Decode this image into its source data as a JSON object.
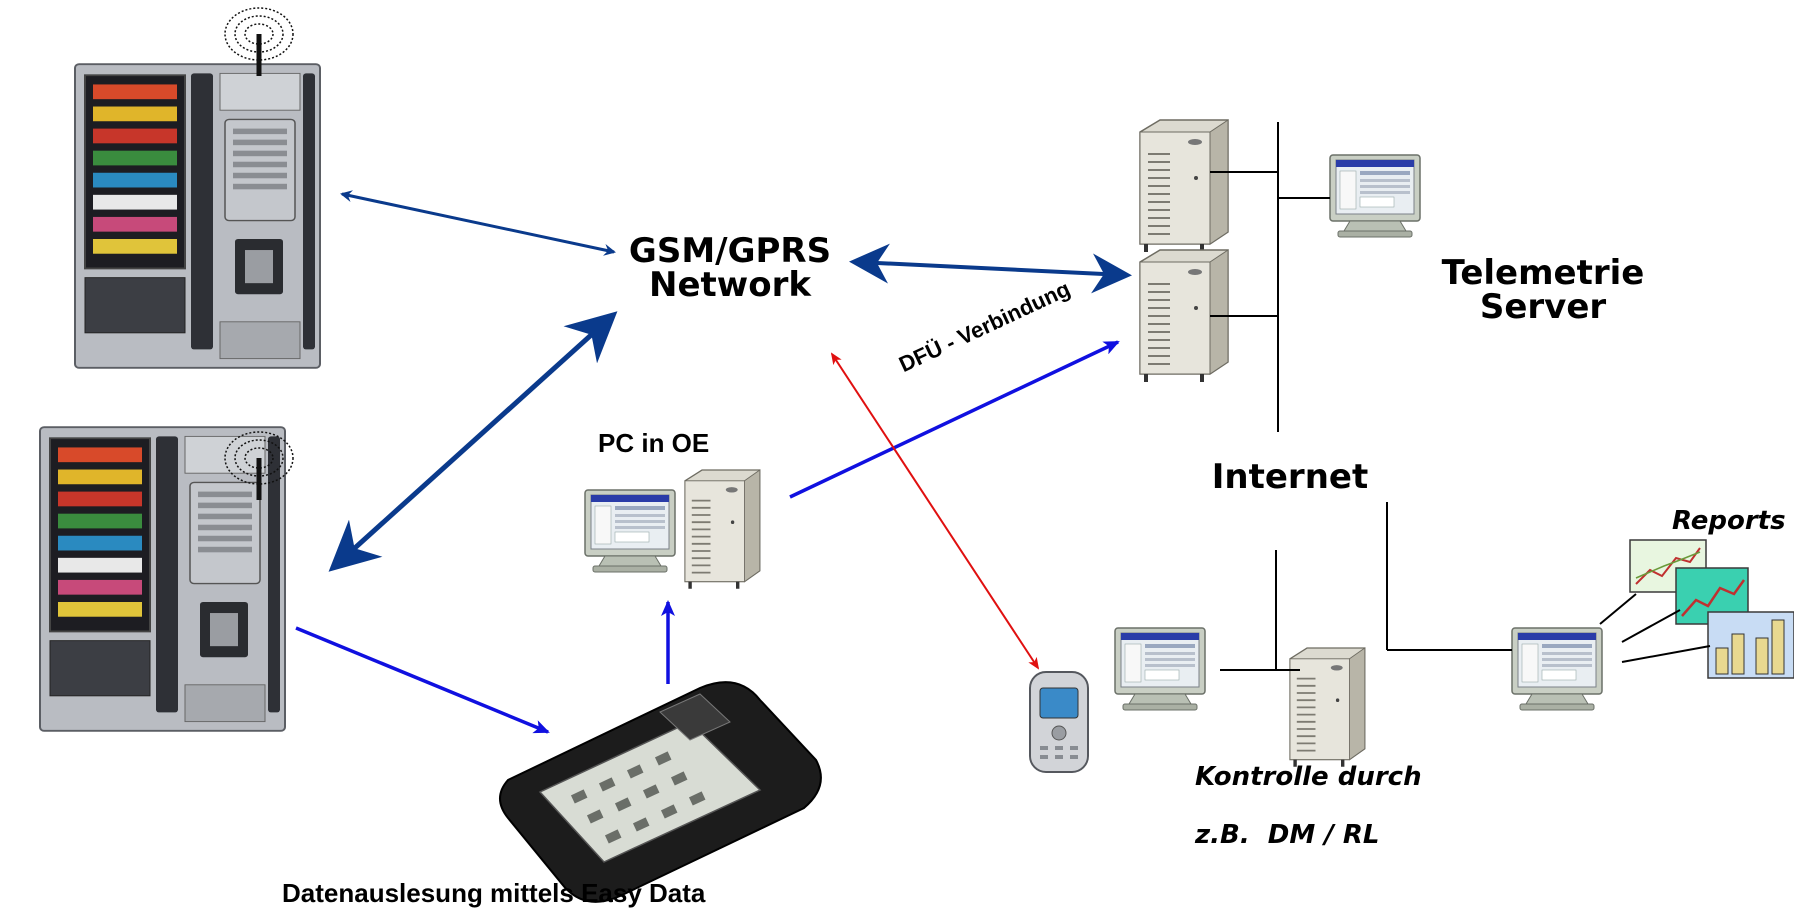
{
  "labels": {
    "gsm_line1": "GSM/GPRS",
    "gsm_line2": "Network",
    "telemetrie_line1": "Telemetrie",
    "telemetrie_line2": "Server",
    "internet": "Internet",
    "pc_in_oe": "PC in OE",
    "dfu": "DFÜ - Verbindung",
    "reports": "Reports",
    "kontrolle": "Kontrolle durch",
    "dm_rl": "z.B.  DM / RL",
    "easy_data": "Datenauslesung mittels Easy Data"
  },
  "colors": {
    "arrow_dark_blue": "#0a3a8c",
    "arrow_blue": "#1010e0",
    "arrow_red": "#e01010",
    "machine_body": "#b9bcc2",
    "server_body": "#dcdad0",
    "monitor_body": "#c9cfc4",
    "screen": "#e9eef2",
    "handheld": "#1c1c1c"
  },
  "icons": {
    "vending_machines": "vending-machine-icon",
    "antennas": "antenna-icon",
    "servers": "server-tower-icon",
    "monitors": "monitor-icon",
    "handheld": "handheld-terminal-icon",
    "phone": "mobile-phone-icon",
    "report_charts": "report-chart-icon"
  }
}
